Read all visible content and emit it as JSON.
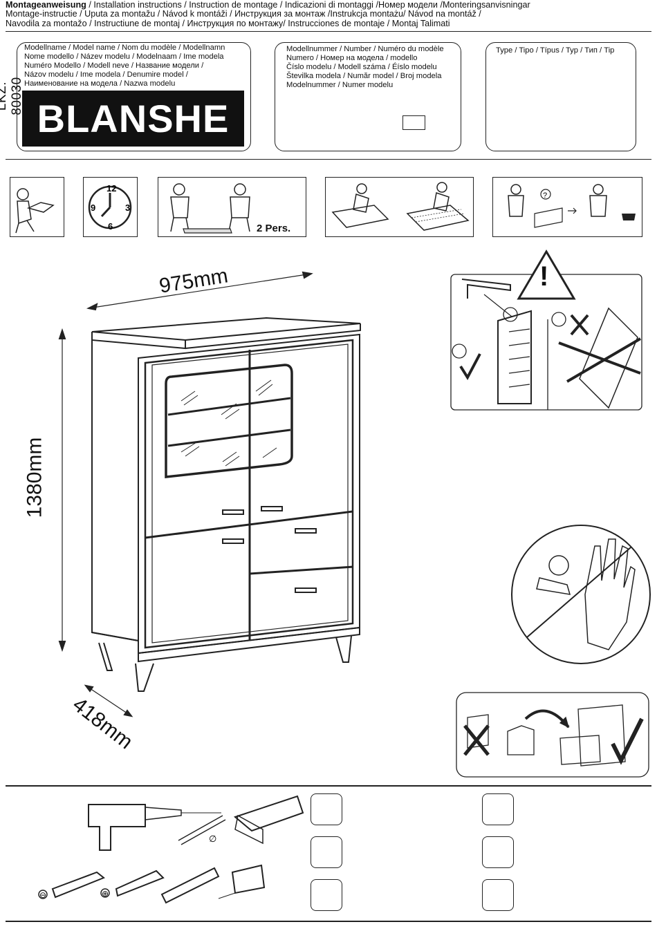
{
  "header": {
    "bold_title": "Montageanweisung",
    "line1_rest": " / Installation instructions / Instruction de montage / Indicazioni di montaggi /Номер модели /Monteringsanvisningar",
    "line2": "Montage-instructie / Uputa za montažu / Návod k montáži / Инструкция за монтаж /Instrukcja montażu/ Návod na montáž /",
    "line3": "Navodila za montažo / Instructiune de montaj / Инструкция по монтажу/ Instrucciones de montaje / Montaj Talimati"
  },
  "lkz": "LKZ: 80030",
  "model_box": {
    "label_lines": [
      "Modellname / Model name / Nom du modèle / Modellnamn",
      "Nome modello / Název modelu / Modelnaam / Ime modela",
      "Numéro Modello / Modell neve / Название модели /",
      "Názov modelu / Ime modela / Denumire model /",
      "Наименование на модела / Nazwa modelu"
    ],
    "model_name": "BLANSHE"
  },
  "number_box": {
    "label_lines": [
      "Modellnummer / Number / Numéro du modèle",
      "Numero /  Номер на модела / modello",
      "Číslo modelu / Modell száma / Éíslo modelu",
      "Številka modela / Număr model / Broj modela",
      "Modelnummer / Numer modelu"
    ]
  },
  "type_box": {
    "label": "Type / Tipo / Típus / Typ / Тип / Tip"
  },
  "icons_row": {
    "persons_label": "2 Pers."
  },
  "clock": {
    "n12": "12",
    "n3": "3",
    "n6": "6",
    "n9": "9"
  },
  "dimensions": {
    "width": "975mm",
    "height": "1380mm",
    "depth": "418mm"
  },
  "warning": {
    "symbol": "!"
  },
  "tools": {
    "minus": "⊖",
    "plus": "⊕",
    "diameter": "∅"
  },
  "colors": {
    "ink": "#111111",
    "paper": "#ffffff"
  }
}
